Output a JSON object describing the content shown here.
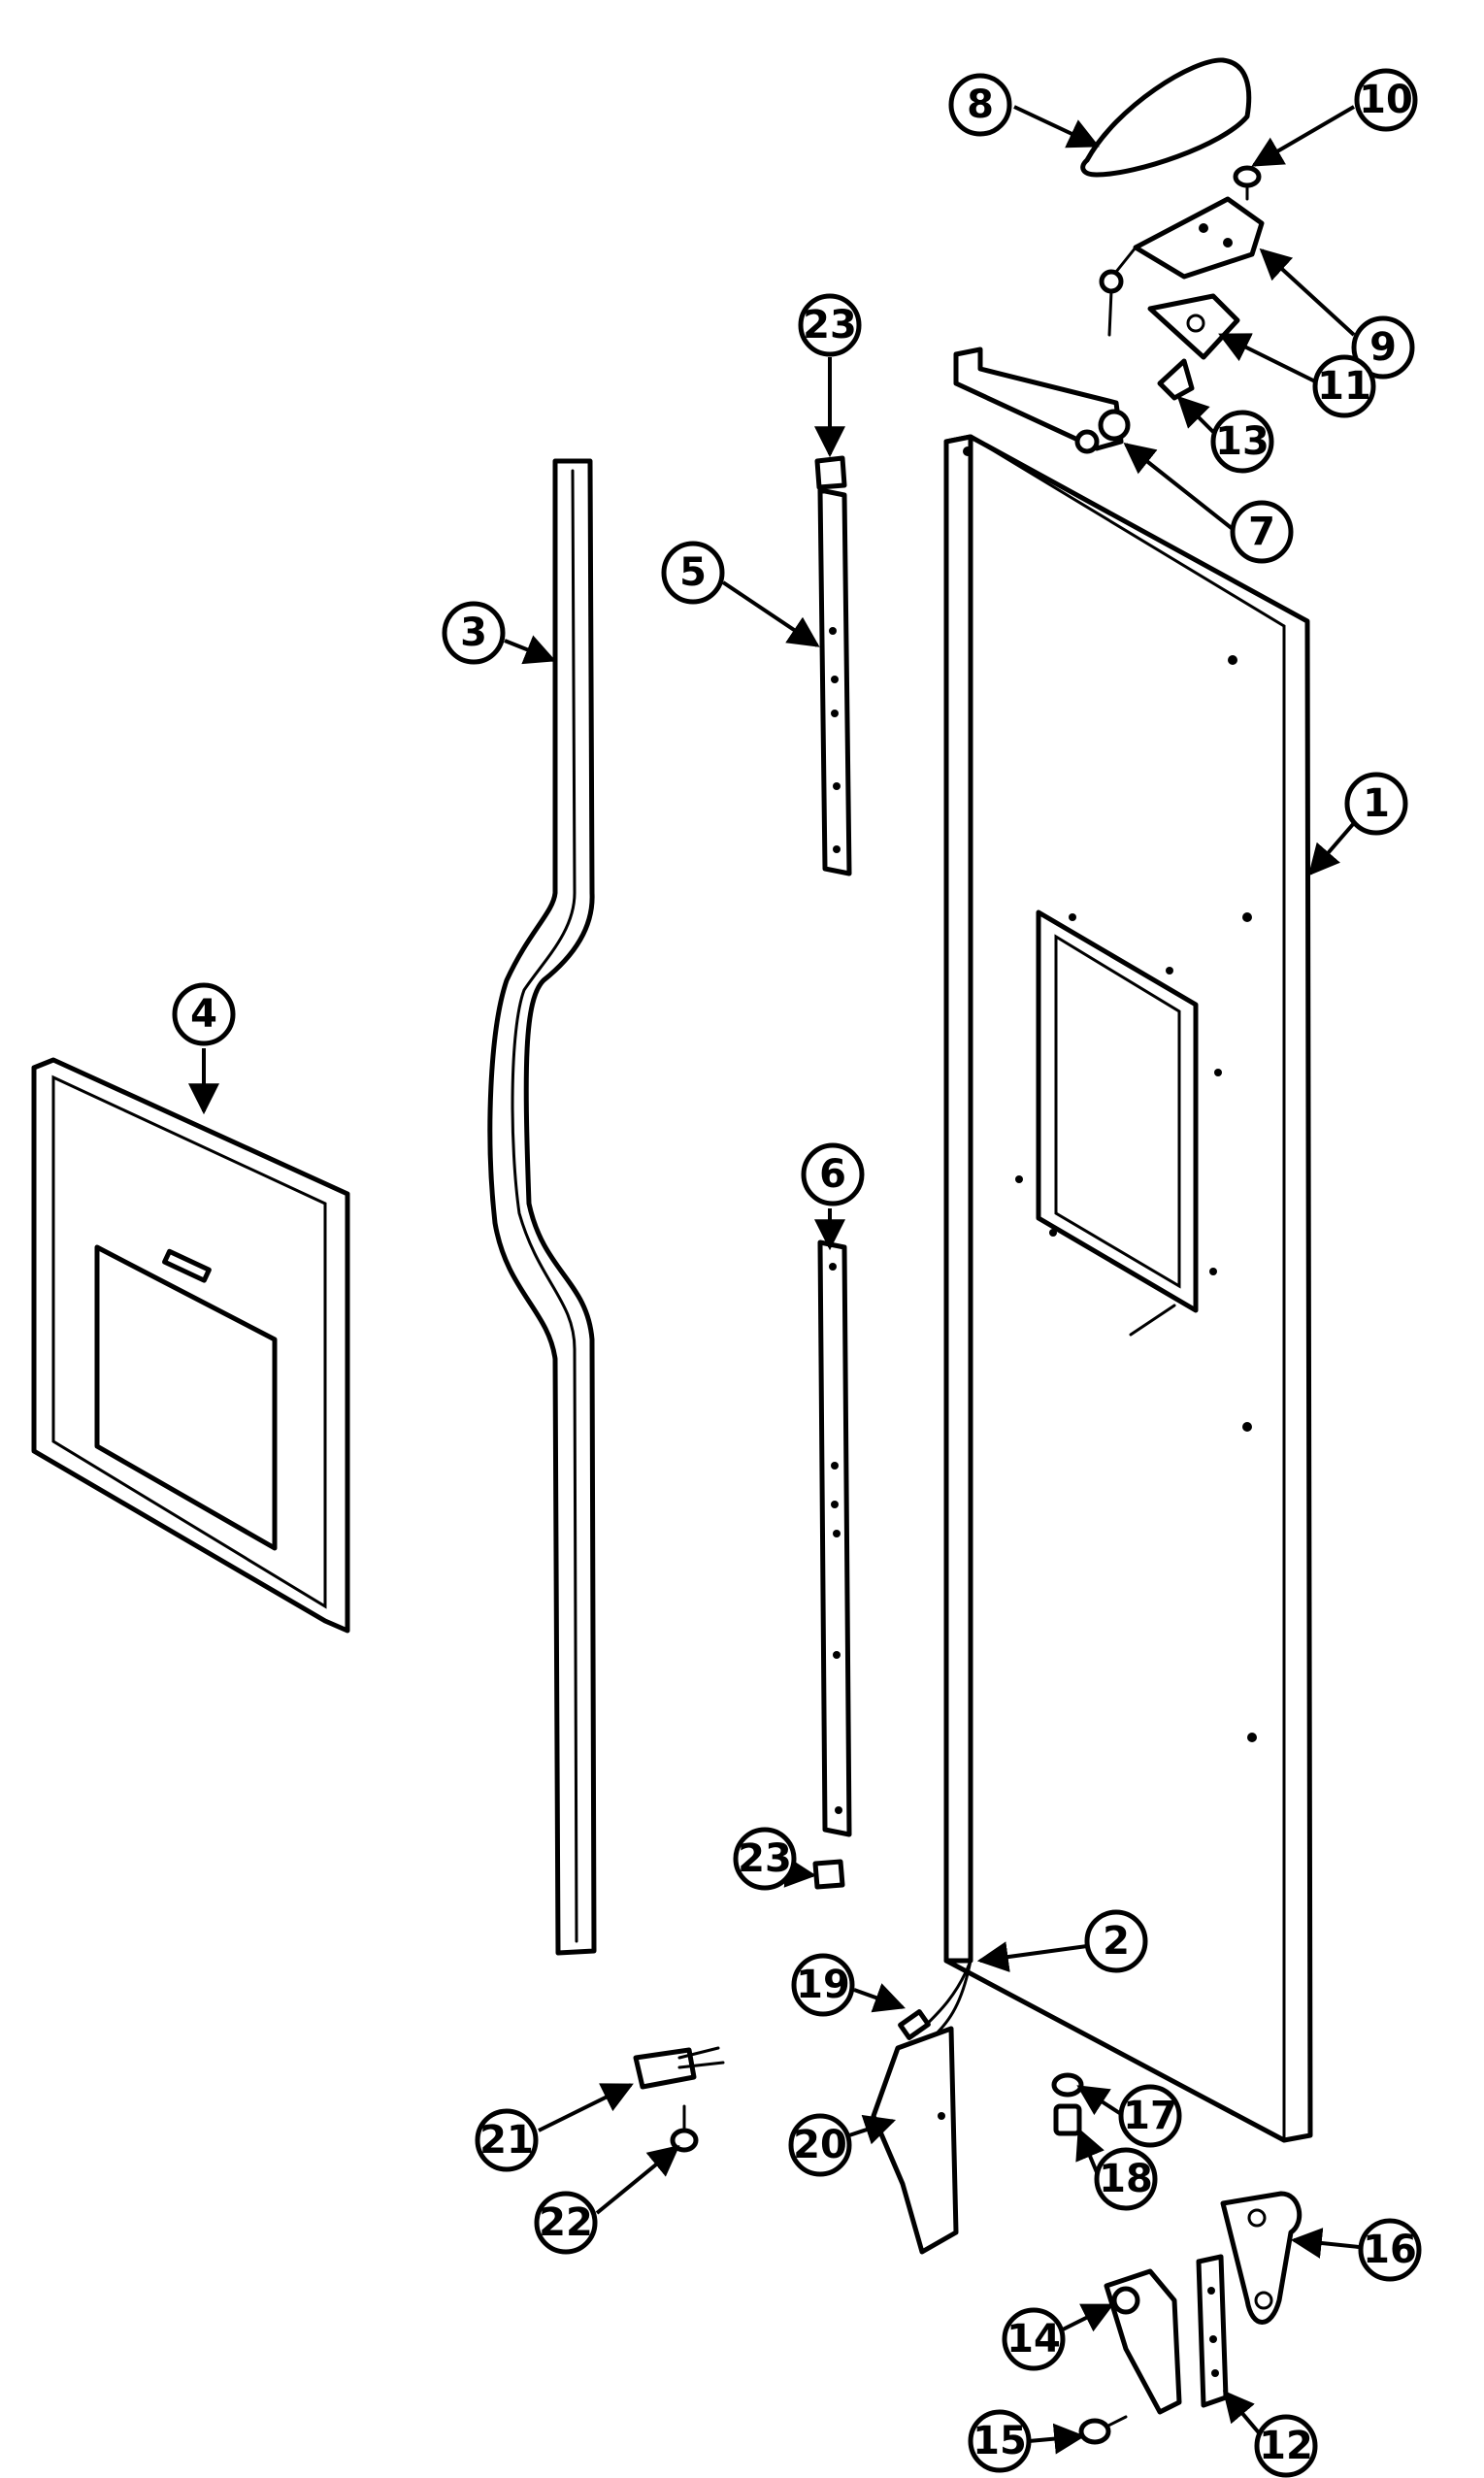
{
  "diagram": {
    "type": "exploded-parts-diagram",
    "callouts": [
      {
        "id": "c1",
        "label": "1"
      },
      {
        "id": "c2",
        "label": "2"
      },
      {
        "id": "c3",
        "label": "3"
      },
      {
        "id": "c4",
        "label": "4"
      },
      {
        "id": "c5",
        "label": "5"
      },
      {
        "id": "c6",
        "label": "6"
      },
      {
        "id": "c7",
        "label": "7"
      },
      {
        "id": "c8",
        "label": "8"
      },
      {
        "id": "c9",
        "label": "9"
      },
      {
        "id": "c10",
        "label": "10"
      },
      {
        "id": "c11",
        "label": "11"
      },
      {
        "id": "c12",
        "label": "12"
      },
      {
        "id": "c13",
        "label": "13"
      },
      {
        "id": "c14",
        "label": "14"
      },
      {
        "id": "c15",
        "label": "15"
      },
      {
        "id": "c16",
        "label": "16"
      },
      {
        "id": "c17",
        "label": "17"
      },
      {
        "id": "c18",
        "label": "18"
      },
      {
        "id": "c19",
        "label": "19"
      },
      {
        "id": "c20",
        "label": "20"
      },
      {
        "id": "c21",
        "label": "21"
      },
      {
        "id": "c22",
        "label": "22"
      },
      {
        "id": "c23a",
        "label": "23"
      },
      {
        "id": "c23b",
        "label": "23"
      }
    ]
  }
}
